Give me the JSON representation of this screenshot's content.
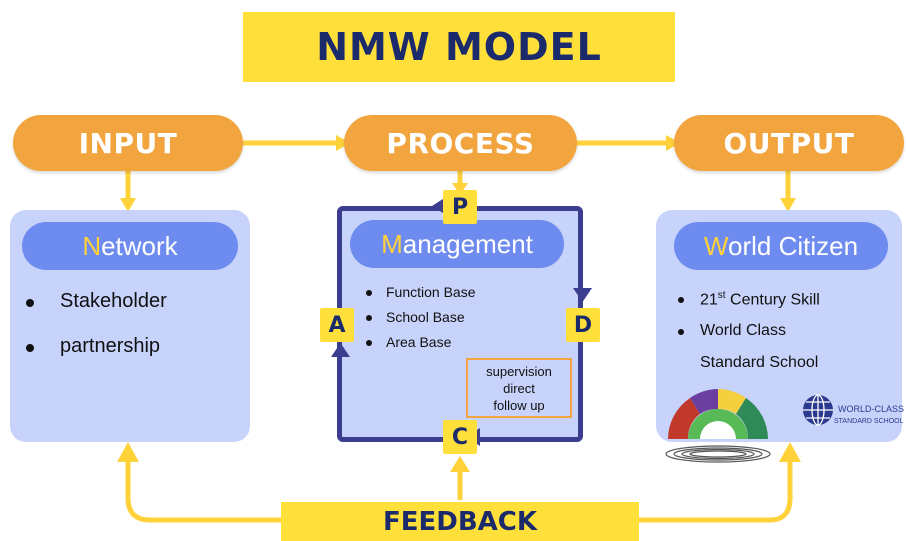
{
  "title": "NMW MODEL",
  "stages": {
    "input": "INPUT",
    "process": "PROCESS",
    "output": "OUTPUT"
  },
  "input_panel": {
    "heading_first": "N",
    "heading_rest": "etwork",
    "items": [
      "Stakeholder",
      "partnership"
    ]
  },
  "process_panel": {
    "heading_first": "M",
    "heading_rest": "anagement",
    "items": [
      "Function Base",
      "School Base",
      "Area Base"
    ],
    "note": [
      "supervision",
      "direct",
      "follow up"
    ],
    "cycle": {
      "p": "P",
      "d": "D",
      "c": "C",
      "a": "A"
    }
  },
  "output_panel": {
    "heading_first": "W",
    "heading_rest": "orld Citizen",
    "item1_num": "21",
    "item1_sup": "st",
    "item1_rest": "Century Skill",
    "item2_line1": "World Class",
    "item2_line2": "Standard School",
    "logo_text_top": "WORLD-CLASS",
    "logo_text_bottom": "STANDARD SCHOOL"
  },
  "feedback": "FEEDBACK",
  "colors": {
    "yellow": "#ffe03a",
    "orange": "#f2a53f",
    "navy": "#1b2a6b",
    "panel": "#c7d3fb",
    "heading": "#6e8bef",
    "cycle_border": "#3b3d8f"
  }
}
